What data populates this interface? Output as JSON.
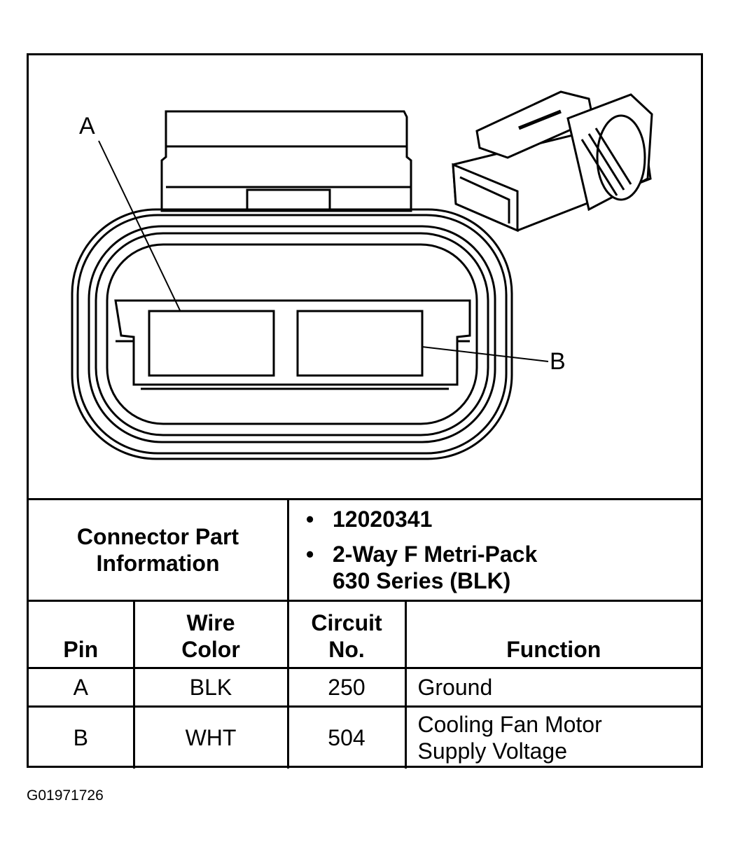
{
  "callouts": {
    "a": "A",
    "b": "B"
  },
  "info": {
    "label_line1": "Connector Part",
    "label_line2": "Information",
    "items": [
      "12020341",
      "2-Way F Metri-Pack",
      "630 Series (BLK)"
    ]
  },
  "table": {
    "headers": {
      "pin": "Pin",
      "wire_line1": "Wire",
      "wire_line2": "Color",
      "circuit_line1": "Circuit",
      "circuit_line2": "No.",
      "function": "Function"
    },
    "rows": [
      {
        "pin": "A",
        "wire": "BLK",
        "circuit": "250",
        "function_line1": "Ground",
        "function_line2": ""
      },
      {
        "pin": "B",
        "wire": "WHT",
        "circuit": "504",
        "function_line1": "Cooling Fan Motor",
        "function_line2": "Supply Voltage"
      }
    ]
  },
  "figure_id": "G01971726"
}
